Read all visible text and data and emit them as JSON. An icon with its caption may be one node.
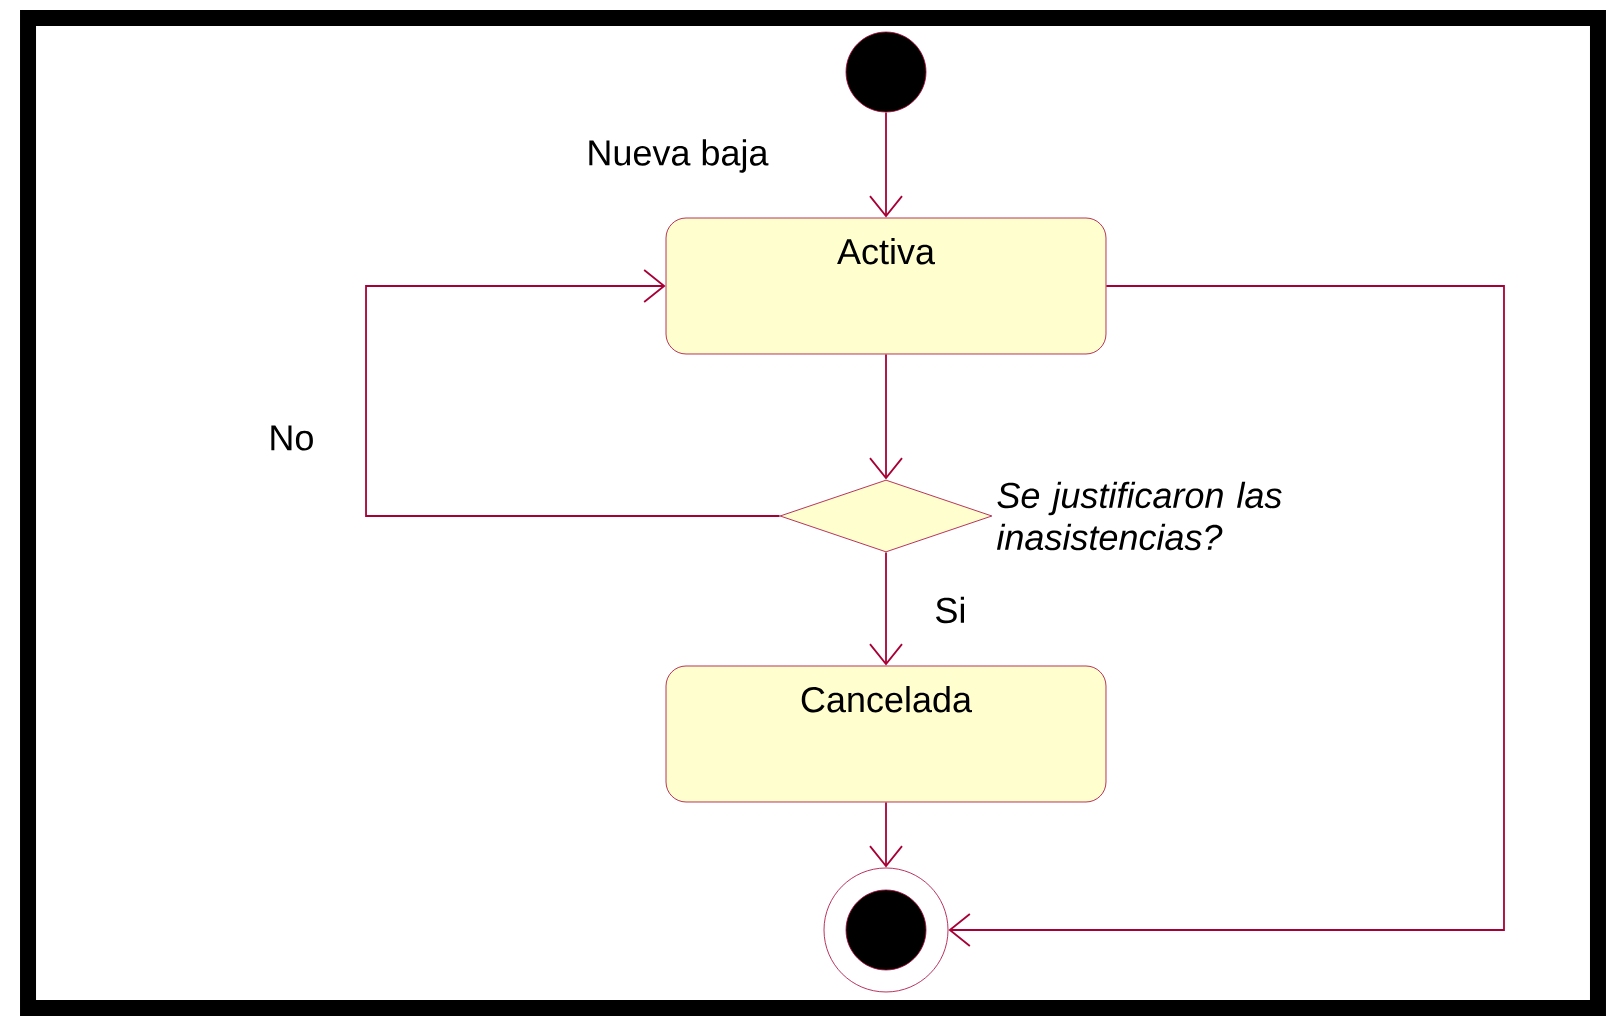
{
  "diagram": {
    "nodes": [
      {
        "text": [],
        "shape": "circle"
      },
      {
        "text": [
          "Activa"
        ]
      },
      {
        "text": [],
        "shape": "diamond",
        "beside": [
          "Se justificaron las inasistencias?"
        ]
      },
      {
        "text": [
          "Cancelada"
        ]
      },
      {
        "text": [],
        "shape": "circle"
      }
    ],
    "edges": [
      {
        "from": 0,
        "to": 1,
        "arrow": "to",
        "label": "Nueva baja"
      },
      {
        "from": 1,
        "to": 2,
        "arrow": "to"
      },
      {
        "from": 2,
        "to": 1,
        "arrow": "to",
        "label": "No"
      },
      {
        "from": 2,
        "to": 3,
        "arrow": "to",
        "label": "Si"
      },
      {
        "from": 3,
        "to": 4,
        "arrow": "to"
      },
      {
        "from": 1,
        "to": 4,
        "arrow": "to"
      }
    ]
  }
}
